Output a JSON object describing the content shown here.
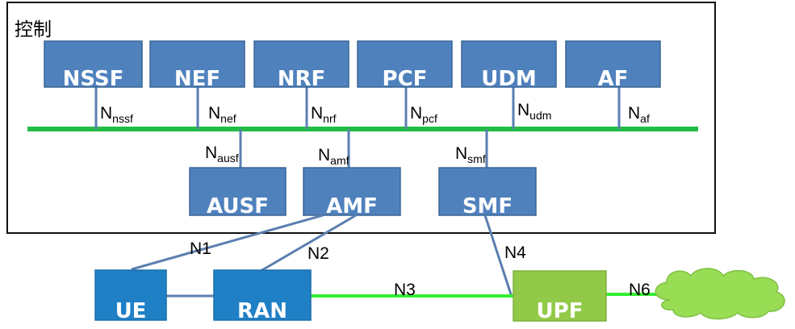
{
  "control_plane": {
    "title": "控制",
    "nf_top": [
      "NSSF",
      "NEF",
      "NRF",
      "PCF",
      "UDM",
      "AF"
    ],
    "nf_bottom": [
      "AUSF",
      "AMF",
      "SMF"
    ],
    "interfaces_top": [
      {
        "base": "N",
        "sub": "nssf"
      },
      {
        "base": "N",
        "sub": "nef"
      },
      {
        "base": "N",
        "sub": "nrf"
      },
      {
        "base": "N",
        "sub": "pcf"
      },
      {
        "base": "N",
        "sub": "udm"
      },
      {
        "base": "N",
        "sub": "af"
      }
    ],
    "interfaces_bottom": [
      {
        "base": "N",
        "sub": "ausf"
      },
      {
        "base": "N",
        "sub": "amf"
      },
      {
        "base": "N",
        "sub": "smf"
      }
    ]
  },
  "user_plane": {
    "ue": "UE",
    "ran": "RAN",
    "upf": "UPF"
  },
  "links": {
    "n1": "N1",
    "n2": "N2",
    "n3": "N3",
    "n4": "N4",
    "n6": "N6"
  },
  "colors": {
    "nf_box": "#4F81BD",
    "nf_box_border": "#3A6596",
    "ue_ran": "#1F80C6",
    "upf": "#92C948",
    "bus": "#22BB44",
    "n3_line": "#33EE33",
    "cloud": "#99DD55",
    "connector": "#5B7FB0"
  }
}
